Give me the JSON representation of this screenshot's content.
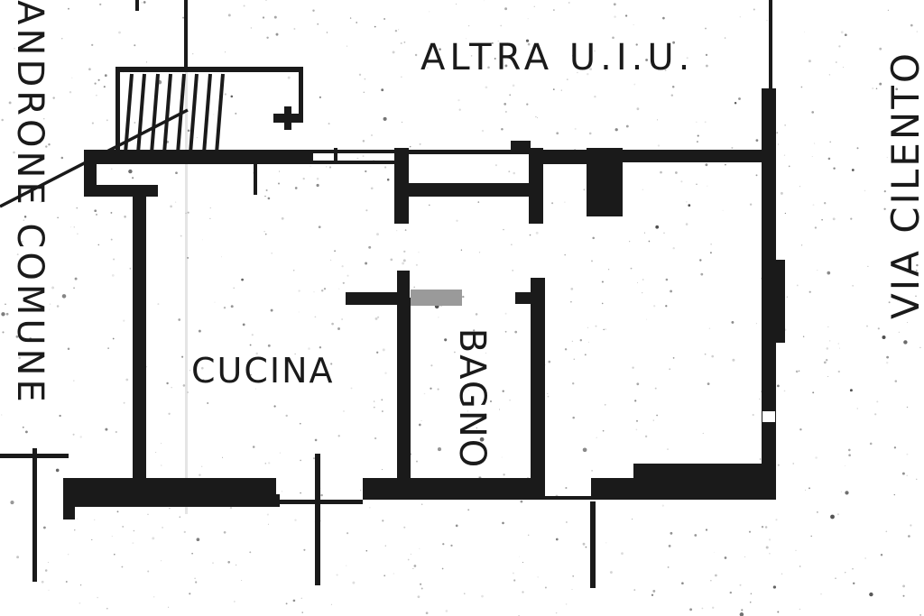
{
  "page": {
    "background": "#ffffff"
  },
  "colors": {
    "ink": "#1a1a1a",
    "paper": "#ffffff",
    "gray_wall": "#9a9a9a"
  },
  "labels": {
    "androne_comune": "ANDRONE COMUNE",
    "altra_uiu": "ALTRA U.I.U.",
    "cucina": "CUCINA",
    "bagno": "BAGNO",
    "via_cilento": "VIA CILENTO"
  }
}
